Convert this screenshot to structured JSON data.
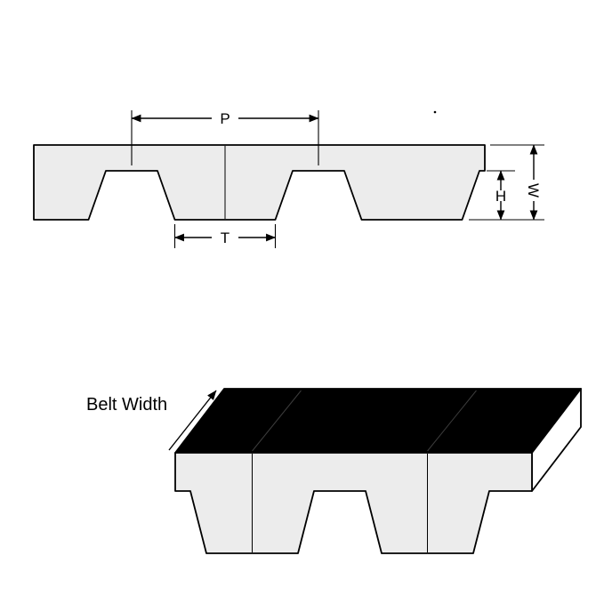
{
  "diagram": {
    "cross_section": {
      "pitch_label": "P",
      "tooth_width_label": "T",
      "tooth_height_label": "H",
      "thickness_label": "W"
    },
    "perspective_view": {
      "belt_width_label": "Belt Width"
    },
    "colors": {
      "background": "#ffffff",
      "belt_fill": "#ececec",
      "outline": "#000000",
      "top_face": "#000000",
      "end_face": "#ffffff"
    }
  }
}
